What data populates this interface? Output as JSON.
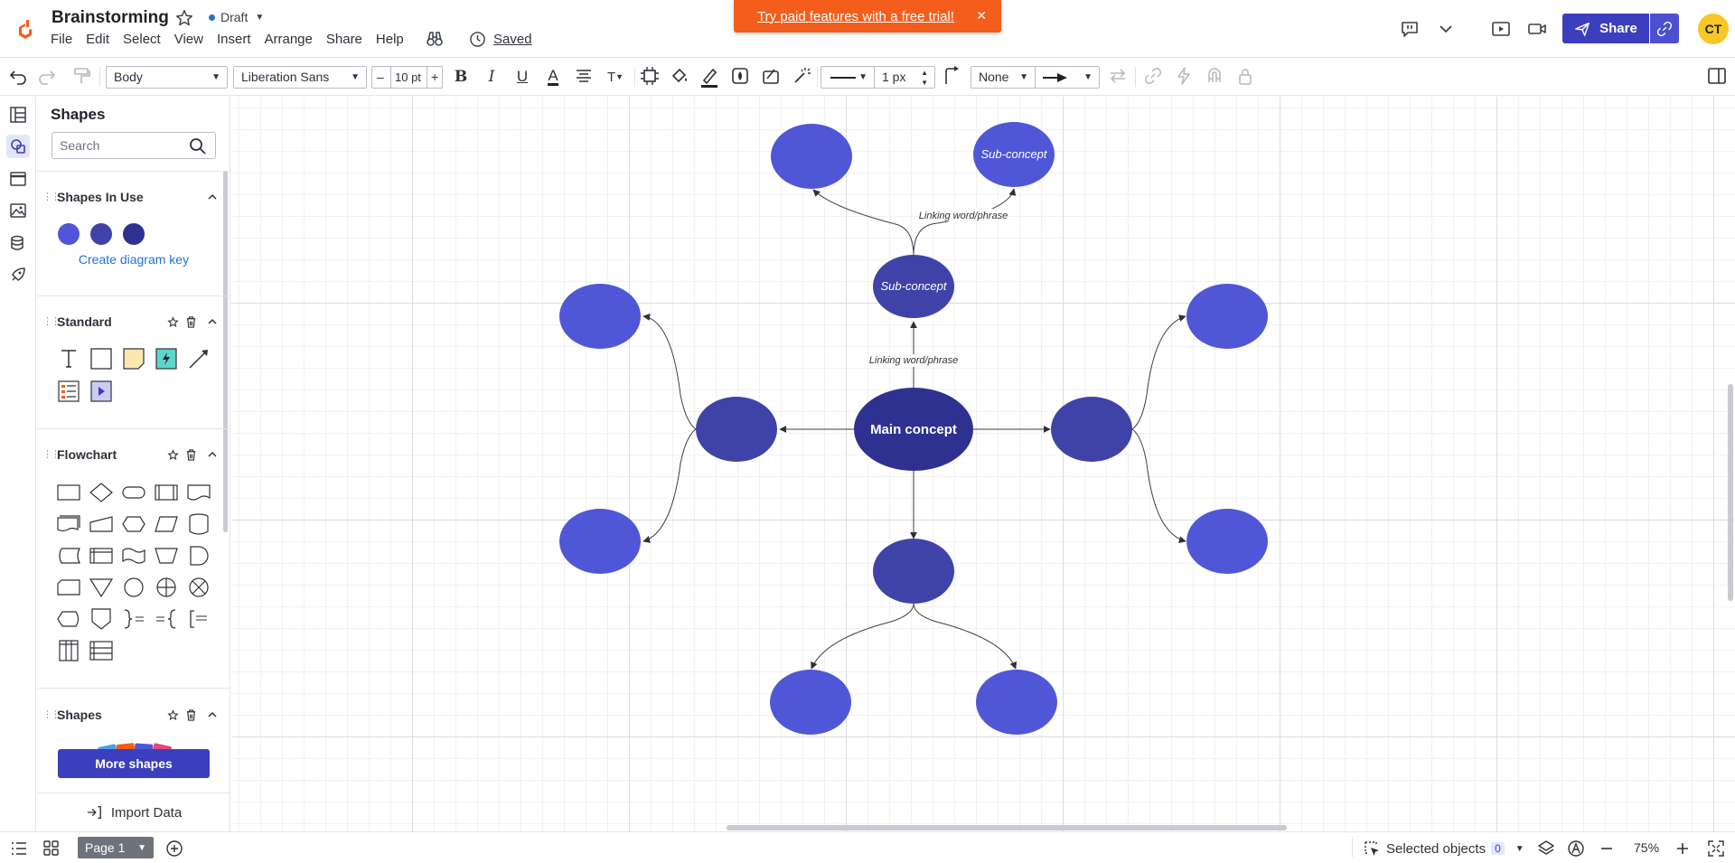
{
  "header": {
    "doc_title": "Brainstorming",
    "status": "Draft",
    "menu": [
      "File",
      "Edit",
      "Select",
      "View",
      "Insert",
      "Arrange",
      "Share",
      "Help"
    ],
    "saved_label": "Saved",
    "promo_text": "Try paid features with a free trial!",
    "share_label": "Share",
    "avatar_initials": "CT"
  },
  "toolbar": {
    "text_style": "Body",
    "font_family": "Liberation Sans",
    "font_size": "10 pt",
    "line_width": "1 px",
    "line_start": "None"
  },
  "panel": {
    "title": "Shapes",
    "search_placeholder": "Search",
    "sections": {
      "in_use": "Shapes In Use",
      "standard": "Standard",
      "flowchart": "Flowchart",
      "shapes": "Shapes"
    },
    "create_key": "Create diagram key",
    "more_shapes": "More shapes",
    "import_data": "Import Data",
    "in_use_colors": [
      "#5057d6",
      "#3f43a8",
      "#2e3190"
    ]
  },
  "diagram": {
    "main_concept": "Main concept",
    "sub_concept_1": "Sub-concept",
    "sub_concept_2": "Sub-concept",
    "linking_1": "Linking word/phrase",
    "linking_2": "Linking word/phrase",
    "colors": {
      "main": "#2f3191",
      "secondary": "#3f43a8",
      "leaf": "#5057d6"
    }
  },
  "footer": {
    "page_label": "Page 1",
    "selected_label": "Selected objects",
    "selected_count": "0",
    "zoom": "75%"
  }
}
